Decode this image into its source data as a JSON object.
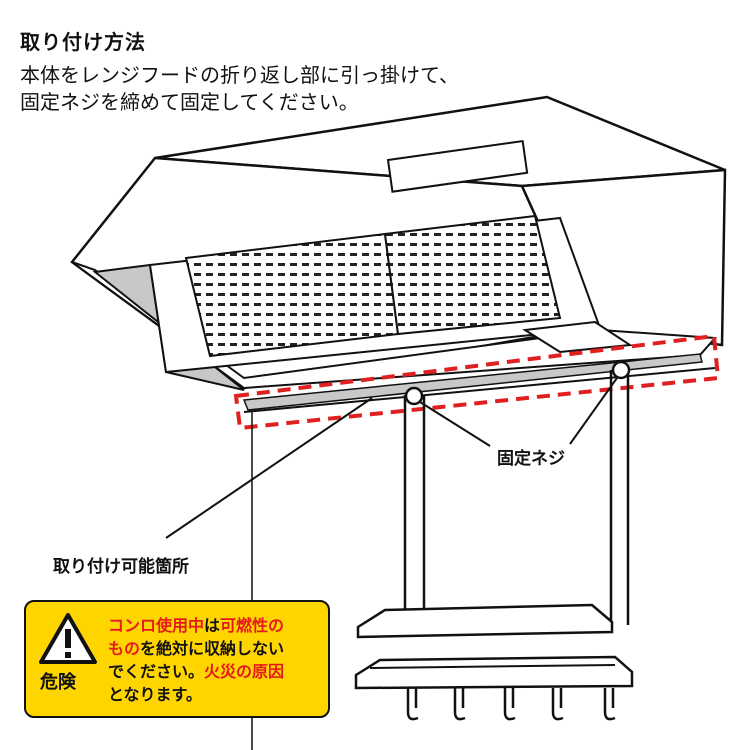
{
  "title": "取り付け方法",
  "instructions": [
    "本体をレンジフードの折り返し部に引っ掛けて、",
    "固定ネジを締めて固定してください。"
  ],
  "labels": {
    "screw": "固定ネジ",
    "mount_area": "取り付け可能箇所"
  },
  "warning": {
    "heading": "危険",
    "lines": [
      [
        {
          "t": "コンロ使用中",
          "c": "red"
        },
        {
          "t": "は",
          "c": "black"
        },
        {
          "t": "可燃性の",
          "c": "red"
        }
      ],
      [
        {
          "t": "もの",
          "c": "red"
        },
        {
          "t": "を絶対に収納しない",
          "c": "black"
        }
      ],
      [
        {
          "t": "でください。",
          "c": "black"
        },
        {
          "t": "火災の原因",
          "c": "red"
        }
      ],
      [
        {
          "t": "となります。",
          "c": "black"
        }
      ]
    ]
  },
  "colors": {
    "warning_bg": "#ffd500",
    "warning_red": "#e51a1a",
    "dashed_outline": "#e02020",
    "hood_gray": "#c8c8c8"
  },
  "icons": {
    "warning": "warning-triangle-icon"
  }
}
